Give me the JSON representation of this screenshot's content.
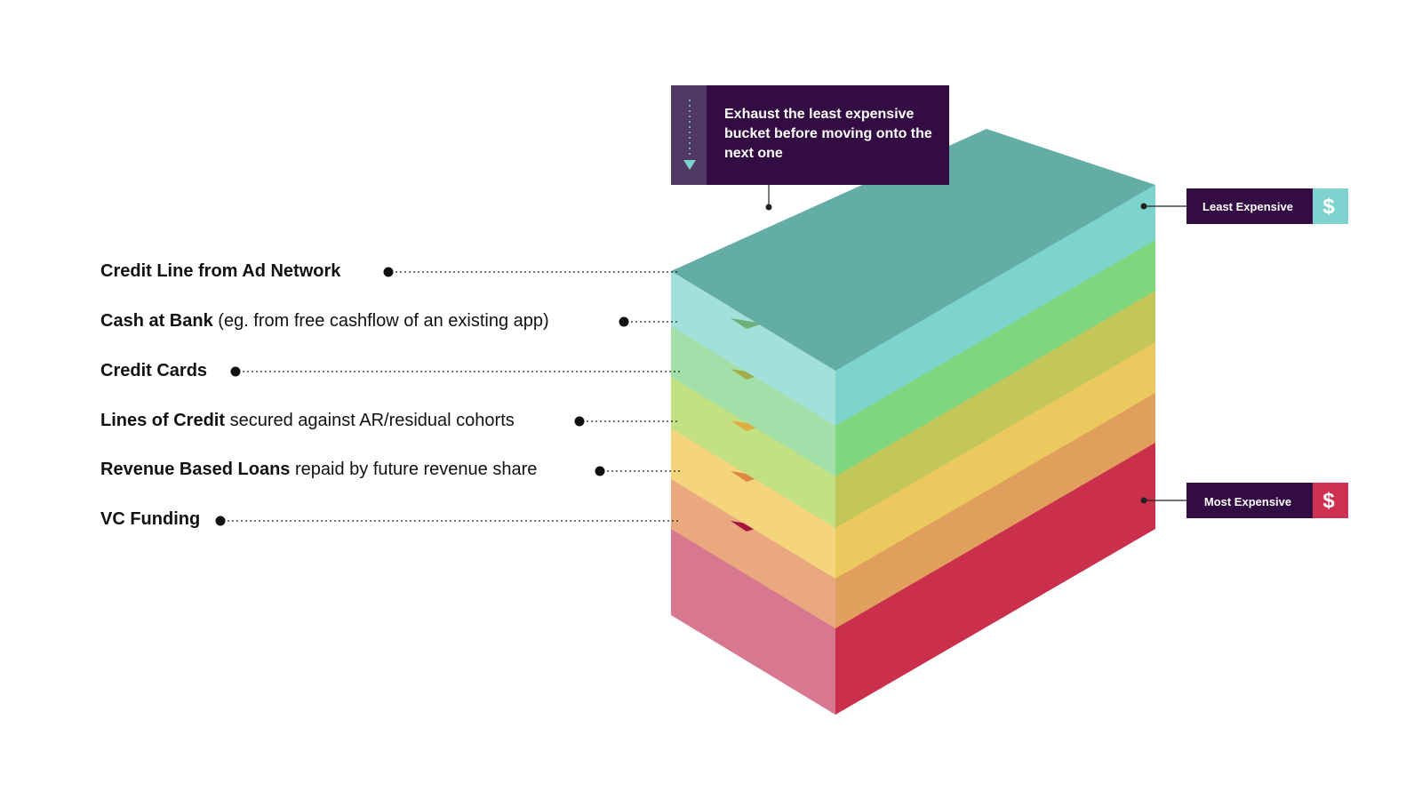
{
  "layers": [
    {
      "name": "Credit Line from Ad Network",
      "note": ""
    },
    {
      "name": "Cash at Bank",
      "note": "(eg. from free cashflow of an existing app)"
    },
    {
      "name": "Credit Cards",
      "note": ""
    },
    {
      "name": "Lines of Credit",
      "note": "secured against AR/residual cohorts"
    },
    {
      "name": "Revenue Based Loans",
      "note": "repaid by future revenue share"
    },
    {
      "name": "VC Funding",
      "note": ""
    }
  ],
  "callout": {
    "text": "Exhaust the least expensive bucket before moving onto the next one"
  },
  "tags": {
    "least": {
      "label": "Least Expensive",
      "symbol": "$"
    },
    "most": {
      "label": "Most Expensive",
      "symbol": "$"
    }
  },
  "colors": {
    "callout_bg": "#330c43",
    "callout_strip": "#4f3864",
    "arrow": "#7fd3cf",
    "least_accent": "#7fd3cf",
    "most_accent": "#cd3050",
    "layer_tops": [
      "#64aca6",
      "#6caf78",
      "#a2ac4a",
      "#dfad3e",
      "#dd8742",
      "#a8163f"
    ],
    "layer_fronts": [
      "#a2e1da",
      "#a3e0a9",
      "#c3e182",
      "#f4d57e",
      "#eaa87e",
      "#d87890"
    ],
    "layer_sides": [
      "#7dd4cc",
      "#80d57f",
      "#c3c75a",
      "#ecc95e",
      "#e19f5d",
      "#ca304c"
    ]
  }
}
